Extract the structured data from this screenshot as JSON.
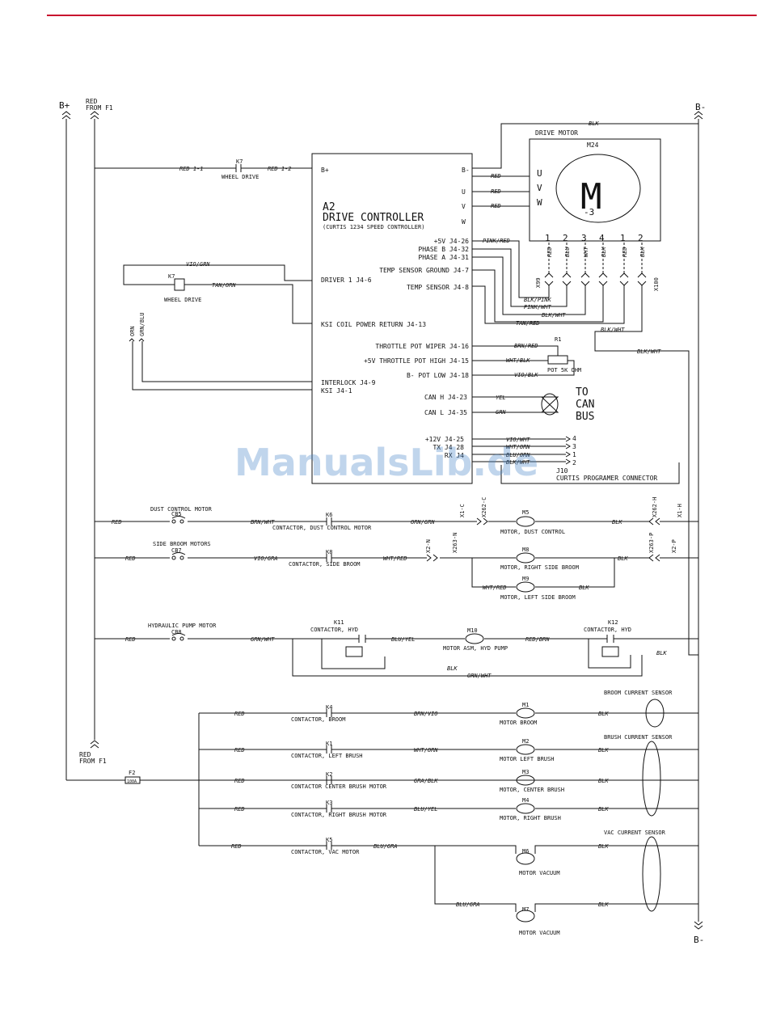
{
  "header": {
    "rule_color": "#c8102e"
  },
  "watermark": "ManualsLib.de",
  "rails": {
    "bplus": "B+",
    "bminus_top": "B-",
    "bminus_bottom": "B-",
    "red_from_f1_top": [
      "RED",
      "FROM F1"
    ],
    "red_from_f1_bottom": [
      "RED",
      "FROM F1"
    ]
  },
  "k7": {
    "name": "K7",
    "cap": "WHEEL DRIVE",
    "wire_in": "RED 1-1",
    "wire_out": "RED 1-2",
    "coil_name": "K7",
    "coil_cap": "WHEEL DRIVE"
  },
  "controller": {
    "id": "A2",
    "title": "DRIVE CONTROLLER",
    "subtitle": "(CURTIS 1234 SPEED CONTROLLER)",
    "bplus": "B+",
    "right_terms": [
      "B-",
      "U",
      "V",
      "W"
    ],
    "pins_right": [
      "+5V J4-26",
      "PHASE B J4-32",
      "PHASE A J4-31",
      "TEMP SENSOR GROUND J4-7",
      "TEMP SENSOR J4-8",
      "THROTTLE POT WIPER J4-16",
      "+5V THROTTLE POT HIGH J4-15",
      "B- POT LOW J4-18",
      "CAN H J4-23",
      "CAN L J4-35",
      "+12V J4-25",
      "TX J4 28",
      "RX J4"
    ],
    "pins_left": [
      "DRIVER 1 J4-6",
      "KSI COIL POWER RETURN J4-13",
      "INTERLOCK J4-9",
      "KSI J4-1"
    ]
  },
  "motor": {
    "title": "DRIVE MOTOR",
    "id": "M24",
    "letter": "M",
    "phase": "-3",
    "uvw": [
      "U",
      "V",
      "W"
    ],
    "top_wire": "BLK",
    "uvw_wires": [
      "RED",
      "RED",
      "RED"
    ],
    "pins": [
      "1",
      "2",
      "3",
      "4",
      "1",
      "2"
    ],
    "pin_wires": [
      "RED",
      "BLU",
      "WHT",
      "BLK",
      "RED",
      "BLK"
    ],
    "conn_x99": "X99",
    "conn_x100": "X100"
  },
  "sensor_wires": [
    "PINK/RED",
    "BLK/PINK",
    "PINK/WHT",
    "BLK/WHT",
    "TAN/RED",
    "BLK/WHT",
    "BLK/WHT"
  ],
  "driver_wires": {
    "vio_grn": "VIO/GRN",
    "tan_orn": "TAN/ORN",
    "orn": "ORN",
    "grn_blu": "GRN/BLU"
  },
  "pot": {
    "id": "R1",
    "cap": "POT 5K OHM",
    "wires": [
      "BRN/RED",
      "WHT/BLK",
      "VIO/BLK"
    ]
  },
  "can": {
    "label": [
      "TO",
      "CAN",
      "BUS"
    ],
    "wires": [
      "YEL",
      "GRN"
    ]
  },
  "j10": {
    "wires": [
      "VIO/WHT",
      "WHT/ORN",
      "BLU/ORN",
      "BLK/WHT"
    ],
    "pins": [
      "4",
      "3",
      "1",
      "2"
    ],
    "id": "J10",
    "cap": "CURTIS PROGRAMER CONNECTOR"
  },
  "dust": {
    "title": "DUST CONTROL MOTOR",
    "cb": "CB5",
    "w1": "RED",
    "w2": "BRN/WHT",
    "k": "K6",
    "kcap": "CONTACTOR, DUST CONTROL MOTOR",
    "w3": "ORN/GRN",
    "c1": "X1-C",
    "c2": "X262-C",
    "m": "M5",
    "mcap": "MOTOR, DUST CONTROL",
    "w4": "BLK",
    "c3": "X262-H",
    "c4": "X1-H"
  },
  "side": {
    "title": "SIDE BROOM MOTORS",
    "cb": "CB7",
    "w1": "RED",
    "w2": "VIO/GRA",
    "k": "K8",
    "kcap": "CONTACTOR, SIDE BROOM",
    "w3": "WHT/RED",
    "c1": "X2-N",
    "c2": "X263-N",
    "m8": "M8",
    "m8cap": "MOTOR, RIGHT SIDE BROOM",
    "w4": "BLK",
    "c3": "X263-P",
    "c4": "X2-P",
    "w5": "WHT/RED",
    "m9": "M9",
    "w6": "BLK",
    "m9cap": "MOTOR, LEFT SIDE BROOM"
  },
  "hyd": {
    "title": "HYDRAULIC PUMP MOTOR",
    "cb": "CB8",
    "w1": "RED",
    "w2": "GRN/WHT",
    "k11": "K11",
    "k11cap": "CONTACTOR, HYD",
    "w3": "BLU/YEL",
    "m": "M10",
    "mcap": "MOTOR ASM, HYD PUMP",
    "w4": "RED/BRN",
    "k12": "K12",
    "k12cap": "CONTACTOR, HYD",
    "w5": "BLK",
    "w6": "BLK",
    "w7": "ORN/WHT"
  },
  "branches": [
    {
      "win": "RED",
      "k": "K4",
      "kcap": "CONTACTOR, BROOM",
      "wmid": "BRN/VIO",
      "m": "M1",
      "mcap": "MOTOR BROOM",
      "wout": "BLK"
    },
    {
      "win": "RED",
      "k": "K1",
      "kcap": "CONTACTOR, LEFT BRUSH",
      "wmid": "WHT/ORN",
      "m": "M2",
      "mcap": "MOTOR LEFT BRUSH",
      "wout": "BLK"
    },
    {
      "win": "RED",
      "k": "K2",
      "kcap": "CONTACTOR CENTER BRUSH MOTOR",
      "wmid": "GRA/BLK",
      "m": "M3",
      "mcap": "MOTOR, CENTER BRUSH",
      "wout": "BLK"
    },
    {
      "win": "RED",
      "k": "K3",
      "kcap": "CONTACTOR, RIGHT BRUSH MOTOR",
      "wmid": "BLU/YEL",
      "m": "M4",
      "mcap": "MOTOR, RIGHT BRUSH",
      "wout": "BLK"
    }
  ],
  "vac": {
    "win": "RED",
    "k": "K5",
    "kcap": "CONTACTOR, VAC MOTOR",
    "w2": "BLU/GRA",
    "m6": "M6",
    "m6cap": "MOTOR VACUUM",
    "w3": "BLK",
    "w4": "BLU/GRA",
    "m7": "M7",
    "m7cap": "MOTOR VACUUM",
    "w5": "BLK"
  },
  "fuse": {
    "id": "F2",
    "body": "100A"
  },
  "sensors": {
    "broom": "BROOM CURRENT SENSOR",
    "brush": "BRUSH CURRENT SENSOR",
    "vac": "VAC CURRENT SENSOR"
  }
}
